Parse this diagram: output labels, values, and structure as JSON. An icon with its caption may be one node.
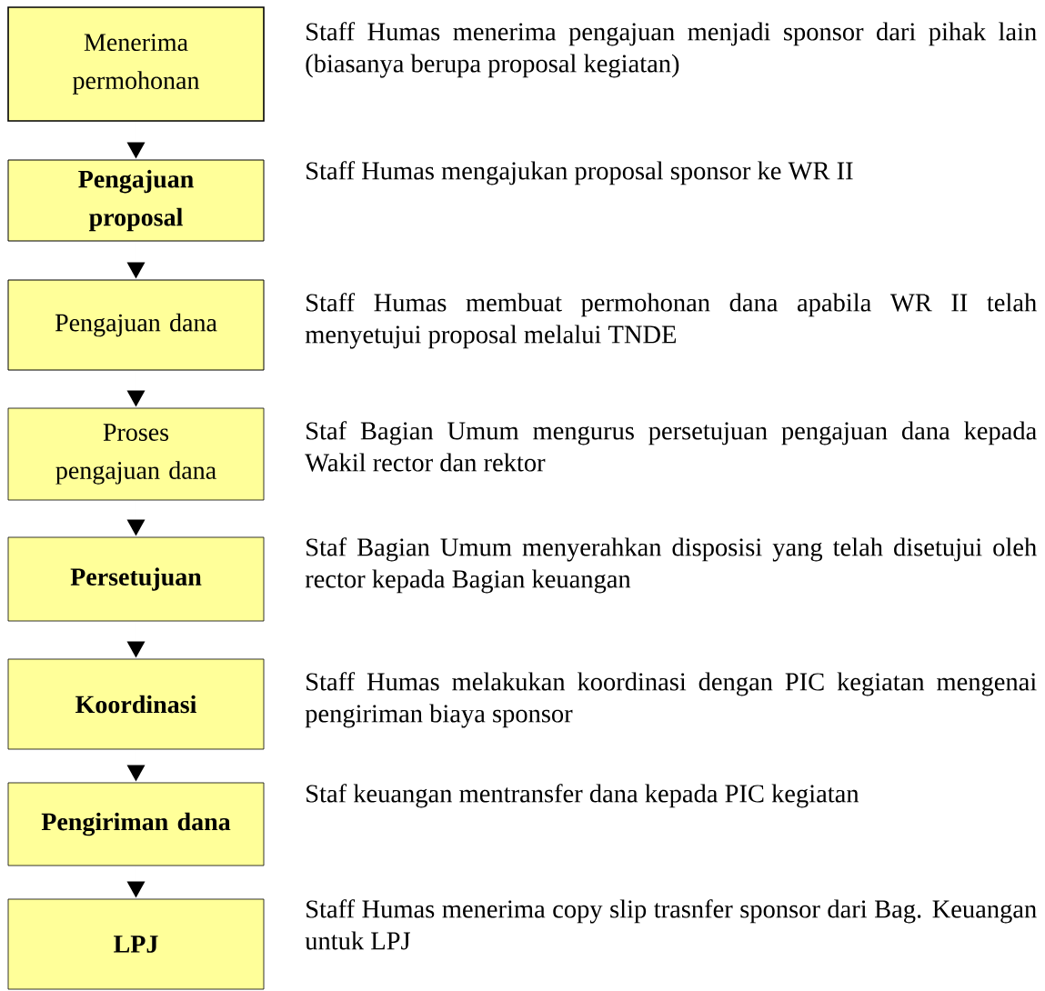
{
  "diagram": {
    "nodes": [
      {
        "text": [
          "Menerima permohonan"
        ],
        "beside": [
          "Staff Humas menerima pengajuan menjadi sponsor dari pihak lain (biasanya berupa proposal kegiatan)"
        ]
      },
      {
        "text": [
          "Pengajuan proposal"
        ],
        "beside": [
          "Staff Humas mengajukan proposal sponsor ke WR II"
        ]
      },
      {
        "text": [
          "Pengajuan dana"
        ],
        "beside": [
          "Staff Humas membuat permohonan dana apabila WR II telah menyetujui proposal melalui TNDE"
        ]
      },
      {
        "text": [
          "Proses pengajuan dana"
        ],
        "beside": [
          "Staf Bagian Umum mengurus persetujuan pengajuan dana kepada Wakil rector dan rektor"
        ]
      },
      {
        "text": [
          "Persetujuan"
        ],
        "beside": [
          "Staf Bagian Umum menyerahkan disposisi yang telah disetujui oleh rector kepada Bagian keuangan"
        ]
      },
      {
        "text": [
          "Koordinasi"
        ],
        "beside": [
          "Staff Humas melakukan koordinasi dengan PIC kegiatan mengenai pengiriman biaya sponsor"
        ]
      },
      {
        "text": [
          "Pengiriman dana"
        ],
        "beside": [
          "Staf keuangan mentransfer dana kepada PIC kegiatan"
        ]
      },
      {
        "text": [
          "LPJ"
        ],
        "beside": [
          "Staff Humas menerima copy slip trasnfer sponsor dari Bag. Keuangan untuk LPJ"
        ]
      }
    ],
    "edges": [
      {
        "from": 0,
        "to": 1,
        "arrow": "to"
      },
      {
        "from": 1,
        "to": 2,
        "arrow": "to"
      },
      {
        "from": 2,
        "to": 3,
        "arrow": "to"
      },
      {
        "from": 3,
        "to": 4,
        "arrow": "to"
      },
      {
        "from": 4,
        "to": 5,
        "arrow": "to"
      },
      {
        "from": 5,
        "to": 6,
        "arrow": "to"
      },
      {
        "from": 6,
        "to": 7,
        "arrow": "to"
      }
    ]
  }
}
